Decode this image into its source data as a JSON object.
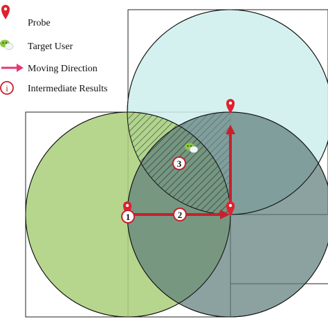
{
  "legend": {
    "probe": {
      "label": "Probe",
      "icon": "map-pin-icon"
    },
    "target_user": {
      "label": "Target User",
      "icon": "chat-bubbles-icon"
    },
    "moving_direction": {
      "label": "Moving Direction",
      "icon": "arrow-right-icon"
    },
    "intermediate_results": {
      "label": "Intermediate Results",
      "symbol": "i"
    }
  },
  "steps": [
    "1",
    "2",
    "3"
  ],
  "colors": {
    "probe_red": "#e0212f",
    "arrow_red": "#c7202c",
    "circle_green": "#a9cf7a",
    "circle_cyan": "#cdeeed",
    "circle_dark": "#5e7e7c",
    "user_green": "#8cc63f"
  }
}
